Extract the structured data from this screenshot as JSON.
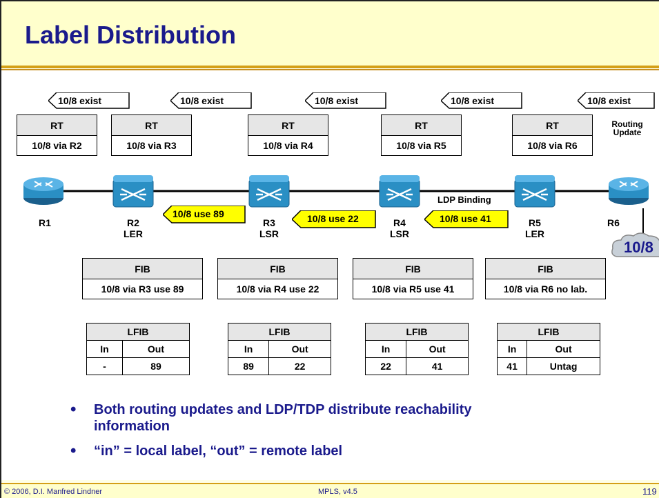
{
  "title": "Label Distribution",
  "footer": {
    "left": "© 2006, D.I. Manfred Lindner",
    "center": "MPLS, v4.5",
    "page": "119"
  },
  "exist_label": "10/8 exist",
  "routing_update": [
    "Routing",
    "Update"
  ],
  "ldp_binding": "LDP Binding",
  "routers": [
    {
      "name": "R1",
      "role": ""
    },
    {
      "name": "R2",
      "role": "LER"
    },
    {
      "name": "R3",
      "role": "LSR"
    },
    {
      "name": "R4",
      "role": "LSR"
    },
    {
      "name": "R5",
      "role": "LER"
    },
    {
      "name": "R6",
      "role": ""
    }
  ],
  "network_label": "10/8",
  "rt_tables": [
    {
      "header": "RT",
      "entry": "10/8 via R2"
    },
    {
      "header": "RT",
      "entry": "10/8 via R3"
    },
    {
      "header": "RT",
      "entry": "10/8 via R4"
    },
    {
      "header": "RT",
      "entry": "10/8 via R5"
    },
    {
      "header": "RT",
      "entry": "10/8 via R6"
    }
  ],
  "label_bindings": [
    "10/8 use 89",
    "10/8 use 22",
    "10/8 use 41"
  ],
  "fib_tables": [
    {
      "header": "FIB",
      "entry": "10/8 via R3 use 89"
    },
    {
      "header": "FIB",
      "entry": "10/8 via R4 use 22"
    },
    {
      "header": "FIB",
      "entry": "10/8 via R5 use 41"
    },
    {
      "header": "FIB",
      "entry": "10/8 via R6 no lab."
    }
  ],
  "lfib_tables": [
    {
      "header": "LFIB",
      "in_label": "In",
      "out_label": "Out",
      "in": "-",
      "out": "89"
    },
    {
      "header": "LFIB",
      "in_label": "In",
      "out_label": "Out",
      "in": "89",
      "out": "22"
    },
    {
      "header": "LFIB",
      "in_label": "In",
      "out_label": "Out",
      "in": "22",
      "out": "41"
    },
    {
      "header": "LFIB",
      "in_label": "In",
      "out_label": "Out",
      "in": "41",
      "out": "Untag"
    }
  ],
  "bullets": [
    {
      "line1": "Both routing updates and LDP/TDP distribute reachability",
      "line2": "information"
    },
    {
      "line1": "“in” = local label, “out” = remote label",
      "line2": ""
    }
  ],
  "colors": {
    "title": "#1a1a8c",
    "accent": "#d4a017",
    "router": "#2a8fc4",
    "binding": "#ffff00",
    "header": "#e6e6e6"
  }
}
